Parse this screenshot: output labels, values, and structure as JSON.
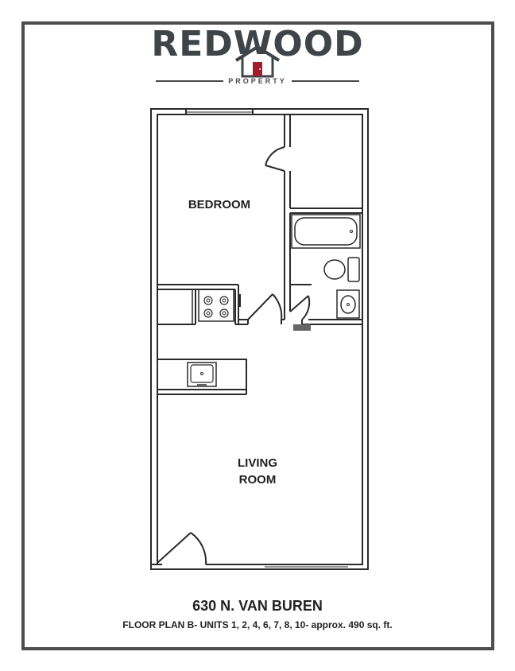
{
  "logo": {
    "brand": "REDWOOD",
    "sub": "PROPERTY",
    "colors": {
      "text": "#3f4449",
      "door": "#a01d2e"
    }
  },
  "rooms": {
    "bedroom": "BEDROOM",
    "living_line1": "LIVING",
    "living_line2": "ROOM"
  },
  "footer": {
    "address": "630 N. VAN BUREN",
    "details": "FLOOR PLAN B- UNITS 1, 2, 4, 6, 7, 8, 10- approx. 490 sq. ft."
  }
}
